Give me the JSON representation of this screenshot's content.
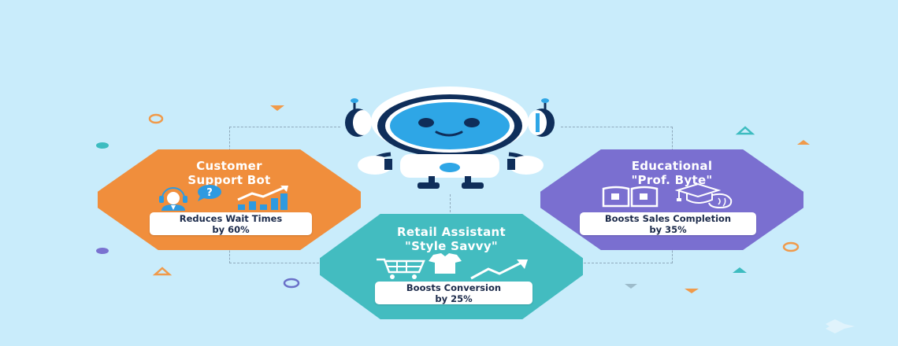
{
  "background_color": "#c9ecfb",
  "mascot": {
    "name": "robot-mascot",
    "face_color": "#2ea6e6",
    "frame_color": "#0f2e5a"
  },
  "cards": [
    {
      "id": "customer-support",
      "title_line1": "Customer",
      "title_line2": "Support Bot",
      "color": "#f08e3c",
      "icons": [
        "support-agent-icon",
        "question-bubble-icon",
        "bar-chart-growth-icon"
      ],
      "stat_line1": "Reduces Wait Times",
      "stat_line2": "by 60%"
    },
    {
      "id": "educational",
      "title_line1": "Educational",
      "title_line2": "\"Prof. Byte\"",
      "color": "#7a6fd0",
      "icons": [
        "open-book-icon",
        "graduation-cap-brain-icon"
      ],
      "stat_line1": "Boosts Sales Completion",
      "stat_line2": "by 35%"
    },
    {
      "id": "retail-assistant",
      "title_line1": "Retail Assistant",
      "title_line2": "\"Style Savvy\"",
      "color": "#43bcc0",
      "icons": [
        "shopping-cart-icon",
        "tshirt-icon",
        "trend-up-arrow-icon"
      ],
      "stat_line1": "Boosts Conversion",
      "stat_line2": "by 25%"
    }
  ],
  "colors": {
    "icon_blue": "#2e9ae0",
    "stat_text": "#1b2a4a",
    "connector": "#8fa9bb",
    "orange": "#f09a4a",
    "teal": "#3dbcc0",
    "purple": "#7a72d0"
  }
}
